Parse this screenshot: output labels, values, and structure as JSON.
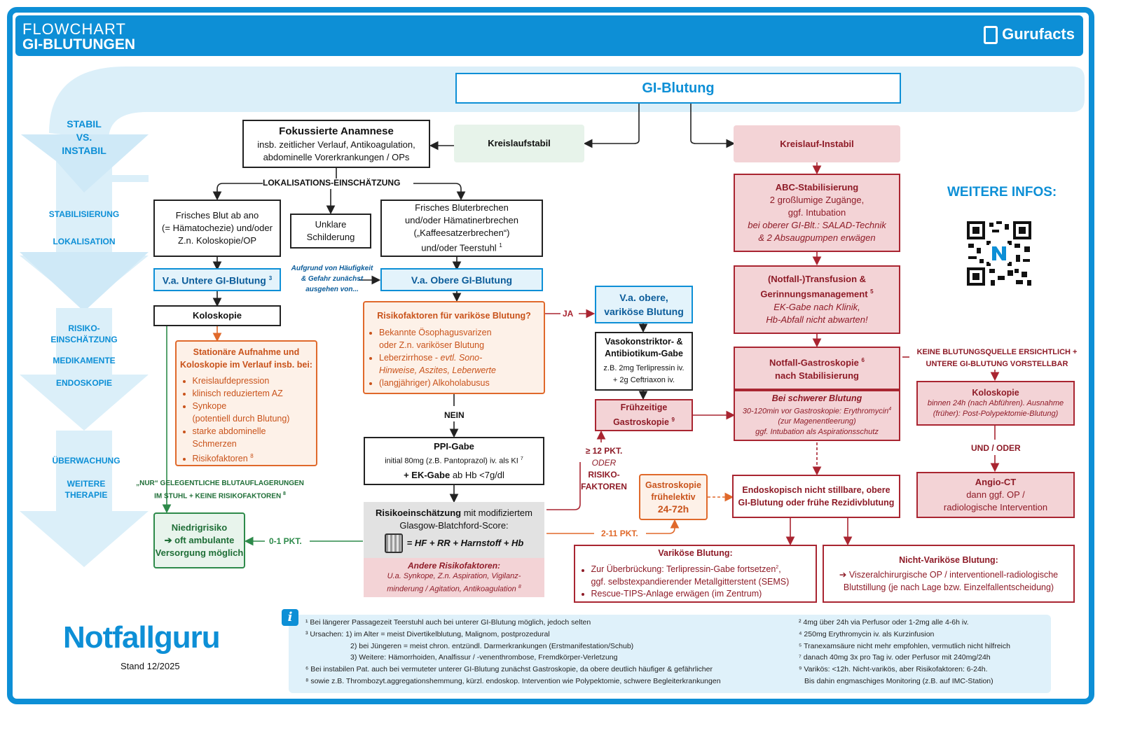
{
  "header": {
    "title1": "FLOWCHART",
    "title2": "GI-BLUTUNGEN",
    "brand": "Gurufacts"
  },
  "sidebar": {
    "stabil": [
      "STABIL",
      "VS.",
      "INSTABIL"
    ],
    "stabilisierung": "STABILISIERUNG",
    "lokalisation": "LOKALISATION",
    "risiko": [
      "RISIKO-",
      "EINSCHÄTZUNG"
    ],
    "medikamente": "MEDIKAMENTE",
    "endoskopie": "ENDOSKOPIE",
    "ueberwachung": "ÜBERWACHUNG",
    "weitere": [
      "WEITERE",
      "THERAPIE"
    ]
  },
  "nodes": {
    "gi_blutung": "GI-Blutung",
    "kreislaufstabil": "Kreislaufstabil",
    "kreislauf_instabil": "Kreislauf-Instabil",
    "anamnese_title": "Fokussierte Anamnese",
    "anamnese_text": [
      "insb. zeitlicher Verlauf, Antikoagulation,",
      "abdominelle Vorerkrankungen / OPs"
    ],
    "lokalisation": "LOKALISATIONS-EINSCHÄTZUNG",
    "frisches_blut_ano": [
      "Frisches Blut ab ano",
      "(= Hämatochezie) und/oder",
      "Z.n. Koloskopie/OP"
    ],
    "unklare": [
      "Unklare",
      "Schilderung"
    ],
    "frisches_bluterbrechen": [
      "Frisches Bluterbrechen",
      "und/oder Hämatinerbrechen",
      "(„Kaffeesatzerbrechen“)",
      "und/oder Teerstuhl"
    ],
    "frisches_bluterbrechen_sup": "1",
    "unklare_note": [
      "Aufgrund von Häufigkeit",
      "& Gefahr zunächst",
      "ausgehen von..."
    ],
    "va_untere": "V.a. Untere GI-Blutung",
    "va_untere_sup": "3",
    "va_obere": "V.a. Obere GI-Blutung",
    "koloskopie": "Koloskopie",
    "stationaer_title": [
      "Stationäre Aufnahme und",
      "Koloskopie im Verlauf insb. bei:"
    ],
    "stationaer_items": [
      "Kreislaufdepression",
      "klinisch reduziertem AZ",
      "Synkope",
      "(potentiell durch Blutung)",
      "starke abdominelle",
      "Schmerzen",
      "Risikofaktoren"
    ],
    "stationaer_sup": "8",
    "nur_note": [
      "„NUR“ GELEGENTLICHE BLUTAUFLAGERUNGEN",
      "IM STUHL + KEINE RISIKOFAKTOREN"
    ],
    "nur_note_sup": "8",
    "niedrigrisiko": [
      "Niedrigrisiko",
      "➔ oft ambulante",
      "Versorgung möglich"
    ],
    "risiko_varikoes_title": "Risikofaktoren für variköse Blutung?",
    "risiko_varikoes_items": [
      "Bekannte Ösophagusvarizen",
      "oder Z.n. variköser Blutung",
      "Leberzirrhose - ",
      "evtl. Sono-",
      "Hinweise, Aszites, Leberwerte",
      "(langjähriger) Alkoholabusus"
    ],
    "ja": "JA",
    "nein": "NEIN",
    "va_obere_varikoes": [
      "V.a. obere,",
      "variköse Blutung"
    ],
    "vasokonstriktor_title": [
      "Vasokonstriktor- &",
      "Antibiotikum-Gabe"
    ],
    "vasokonstriktor_text": [
      "z.B. 2mg Terlipressin iv.",
      "+ 2g Ceftriaxon iv."
    ],
    "fruehzeitige": [
      "Frühzeitige",
      "Gastroskopie"
    ],
    "fruehzeitige_sup": "9",
    "ppi_title": "PPI-Gabe",
    "ppi_text": "initial 80mg (z.B. Pantoprazol) iv. als KI",
    "ppi_sup": "7",
    "ek_gabe_bold": "+ EK-Gabe",
    "ek_gabe_rest": " ab Hb <7g/dl",
    "risikoeinschaetzung_bold": "Risikoeinschätzung",
    "risikoeinschaetzung_rest": " mit modifiziertem",
    "glasgow": "Glasgow-Blatchford-Score:",
    "formula": "= HF + RR + Harnstoff + Hb",
    "andere_title": "Andere Risikofaktoren:",
    "andere_text": [
      "U.a. Synkope, Z.n. Aspiration, Vigilanz-",
      "minderung / Agitation, Antikoagulation"
    ],
    "andere_sup": "8",
    "ge12": [
      "≥ 12 PKT.",
      "ODER",
      "RISIKO-",
      "FAKTOREN"
    ],
    "pkt_2_11": "2-11 PKT.",
    "pkt_0_1": "0-1 PKT.",
    "gastroskopie_fruehelektiv": [
      "Gastroskopie",
      "frühelektiv",
      "24-72h"
    ],
    "abc_title": "ABC-Stabilisierung",
    "abc_text": [
      "2 großlumige Zugänge,",
      "ggf. Intubation"
    ],
    "abc_italic": [
      "bei oberer GI-Blt.: SALAD-Technik",
      "& 2 Absaugpumpen erwägen"
    ],
    "transfusion_title": [
      "(Notfall-)Transfusion &",
      "Gerinnungsmanagement"
    ],
    "transfusion_sup": "5",
    "transfusion_text": [
      "EK-Gabe nach Klinik,",
      "Hb-Abfall nicht abwarten!"
    ],
    "notfall_gastro": [
      "Notfall-Gastroskopie",
      "nach Stabilisierung"
    ],
    "notfall_gastro_sup": "6",
    "schwere_title": "Bei schwerer Blutung",
    "schwere_text": [
      "30-120min vor Gastroskopie: Erythromycin",
      "(zur Magenentleerung)",
      "ggf. Intubation als Aspirationsschutz"
    ],
    "schwere_sup": "4",
    "keine_quelle": [
      "KEINE BLUTUNGSQUELLE ERSICHTLICH +",
      "UNTERE GI-BLUTUNG VORSTELLBAR"
    ],
    "koloskopie2_title": "Koloskopie",
    "koloskopie2_text": [
      "binnen 24h (nach Abführen). Ausnahme",
      "(früher): Post-Polypektomie-Blutung)"
    ],
    "und_oder": "UND / ODER",
    "angio_title": "Angio-CT",
    "angio_text": [
      "dann ggf. OP /",
      "radiologische Intervention"
    ],
    "endoskopisch": [
      "Endoskopisch nicht stillbare, obere",
      "GI-Blutung oder frühe Rezidivblutung"
    ],
    "varikoese_title": "Variköse Blutung:",
    "varikoese_items": [
      "Zur Überbrückung: Terlipressin-Gabe fortsetzen",
      "ggf. selbstexpandierender Metallgitterstent (SEMS)",
      "Rescue-TIPS-Anlage erwägen (im Zentrum)"
    ],
    "varikoese_sup": "2",
    "nicht_varikoese_title": "Nicht-Variköse Blutung:",
    "nicht_varikoese_text": [
      "➔ Viszeralchirurgische OP / interventionell-radiologische",
      "Blutstillung (je nach Lage bzw. Einzelfallentscheidung)"
    ],
    "weitere_infos": "WEITERE INFOS:"
  },
  "footer": {
    "brand": "Notfallguru",
    "stand": "Stand 12/2025"
  },
  "footnotes_left": [
    "¹  Bei längerer Passagezeit Teerstuhl auch bei unterer GI-Blutung möglich, jedoch selten",
    "³ Ursachen: 1) im Alter = meist Divertikelblutung, Malignom, postprozedural",
    "2) bei Jüngeren = meist chron. entzündl. Darmerkrankungen (Erstmanifestation/Schub)",
    "3) Weitere: Hämorrhoiden, Analfissur / -venenthrombose, Fremdkörper-Verletzung",
    "⁶ Bei instabilen Pat. auch bei vermuteter unterer GI-Blutung zunächst Gastroskopie, da obere deutlich häufiger & gefährlicher",
    "⁸ sowie z.B. Thrombozyt.aggregationshemmung, kürzl. endoskop. Intervention wie Polypektomie, schwere Begleiterkrankungen"
  ],
  "footnotes_right": [
    "²  4mg über 24h via Perfusor oder 1-2mg alle 4-6h iv.",
    "⁴ 250mg Erythromycin iv. als Kurzinfusion",
    "⁵ Tranexamsäure nicht mehr empfohlen, vermutlich nicht hilfreich",
    "⁷ danach 40mg 3x pro Tag iv. oder Perfusor mit 240mg/24h",
    "⁹ Varikös: <12h. Nicht-varikös, aber Risikofaktoren: 6-24h.",
    "Bis dahin engmaschiges Monitoring (z.B. auf IMC-Station)"
  ],
  "colors": {
    "brand_blue": "#0d8fd6",
    "red": "#a92531",
    "orange": "#e0692b",
    "green": "#2d8a4a"
  }
}
